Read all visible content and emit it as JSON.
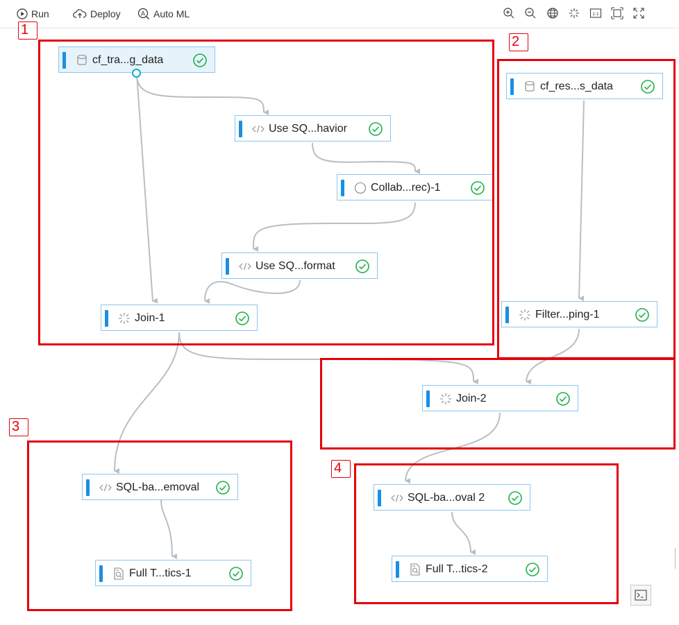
{
  "toolbar": {
    "run_label": "Run",
    "deploy_label": "Deploy",
    "automl_label": "Auto ML",
    "right_icons": [
      "zoom-in-icon",
      "zoom-out-icon",
      "globe-icon",
      "sparkle-icon",
      "actual-size-icon",
      "fit-icon",
      "fullscreen-icon"
    ]
  },
  "colors": {
    "accent": "#1a8fe3",
    "edge": "#b8bec6",
    "check": "#1fb04b",
    "annotation": "#e3000b"
  },
  "nodes": {
    "n1": {
      "label": "cf_tra...g_data",
      "icon": "database-icon"
    },
    "n2": {
      "label": "Use SQ...havior",
      "icon": "code-icon"
    },
    "n3": {
      "label": "Collab...rec)-1",
      "icon": "circle-icon"
    },
    "n4": {
      "label": "Use SQ...format",
      "icon": "code-icon"
    },
    "n5": {
      "label": "Join-1",
      "icon": "join-icon"
    },
    "n6": {
      "label": "cf_res...s_data",
      "icon": "database-icon"
    },
    "n7": {
      "label": "Filter...ping-1",
      "icon": "join-icon"
    },
    "n8": {
      "label": "Join-2",
      "icon": "join-icon"
    },
    "n9": {
      "label": "SQL-ba...emoval",
      "icon": "code-icon"
    },
    "n10": {
      "label": "Full T...tics-1",
      "icon": "report-icon"
    },
    "n11": {
      "label": "SQL-ba...oval 2",
      "icon": "code-icon"
    },
    "n12": {
      "label": "Full T...tics-2",
      "icon": "report-icon"
    }
  },
  "annotations": [
    "1",
    "2",
    "3",
    "4"
  ]
}
